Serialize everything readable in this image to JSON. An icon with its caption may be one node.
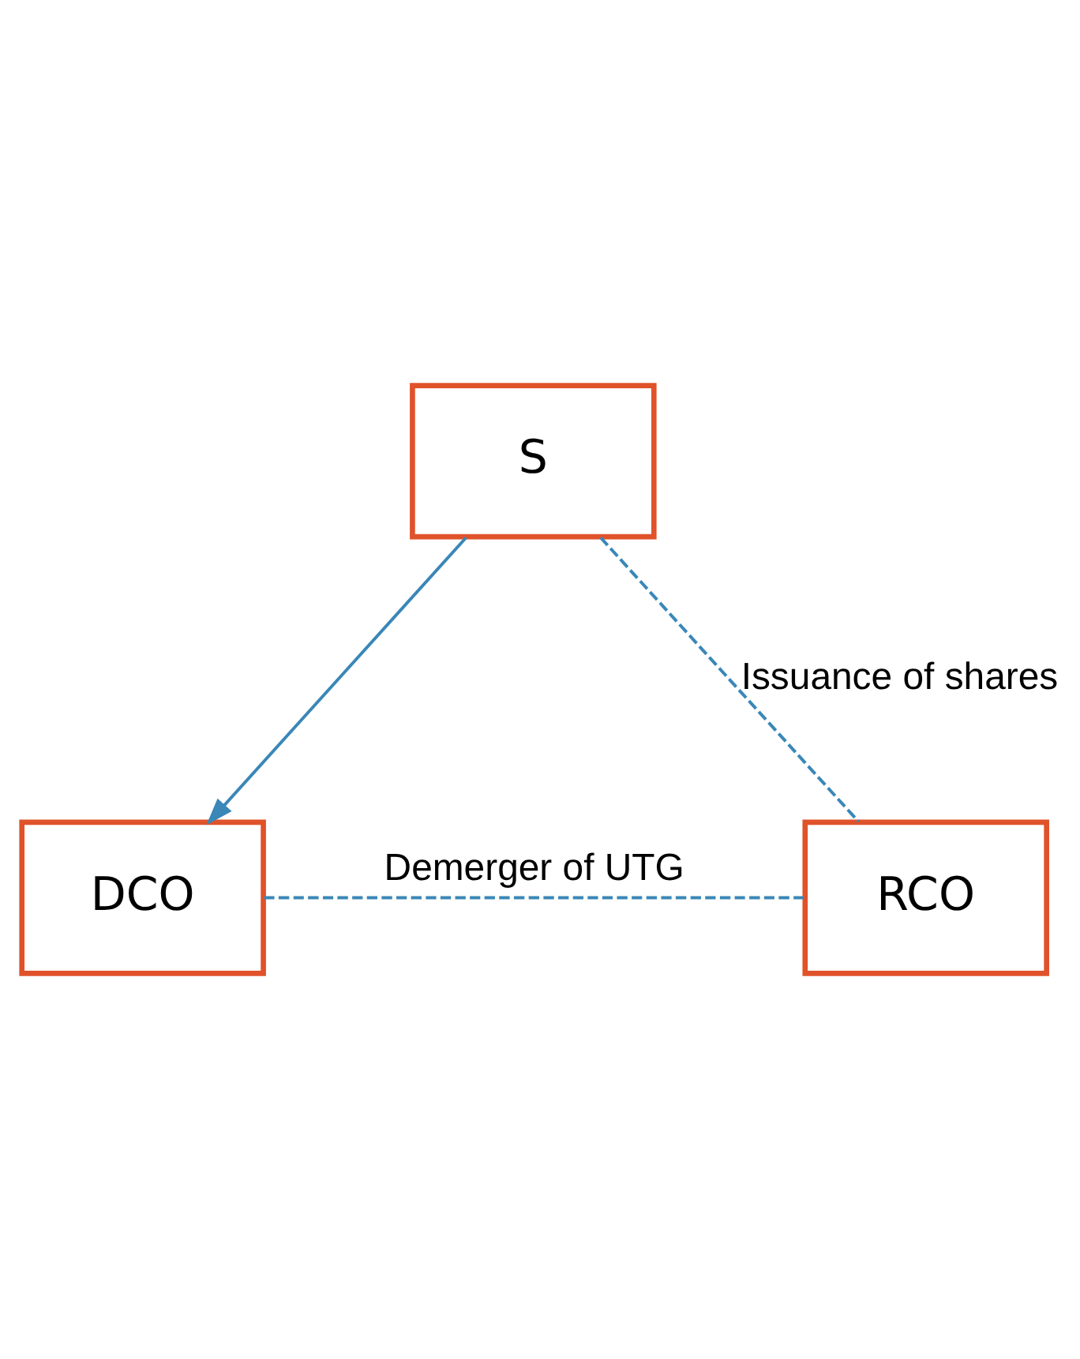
{
  "diagram": {
    "nodes": [
      {
        "text": [
          "S"
        ]
      },
      {
        "text": [
          "DCO"
        ]
      },
      {
        "text": [
          "RCO"
        ]
      }
    ],
    "edges": [
      {
        "from": 0,
        "to": 1,
        "arrow": "to"
      },
      {
        "from": 0,
        "to": 2,
        "arrow": "none",
        "style": "dashed",
        "label": "Issuance of shares"
      },
      {
        "from": 1,
        "to": 2,
        "arrow": "none",
        "style": "dashed",
        "label": "Demerger of UTG"
      }
    ]
  }
}
